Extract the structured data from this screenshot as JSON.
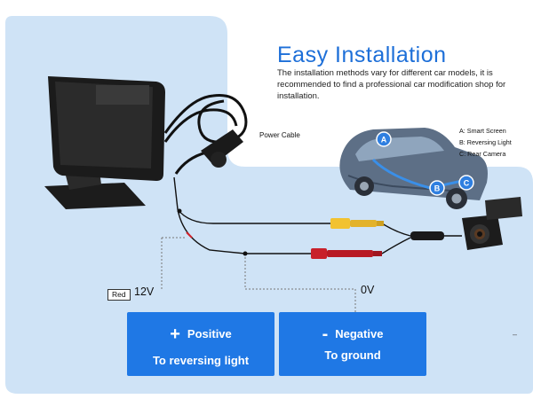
{
  "header": {
    "title": "Easy Installation",
    "description": "The installation methods vary for different car models, it is recommended  to find a professional car modification shop for installation."
  },
  "labels": {
    "power_cable": "Power  Cable",
    "legend": [
      "A: Smart Screen",
      "B: Reversing Light",
      "C: Rear Camera"
    ],
    "markers": [
      "A",
      "B",
      "C"
    ],
    "red_tag": "Red",
    "voltage_positive": "12V",
    "voltage_negative": "0V",
    "edge_mark": "–"
  },
  "boxes": {
    "positive": {
      "symbol": "+",
      "title": "Positive",
      "subtitle": "To reversing light"
    },
    "negative": {
      "symbol": "-",
      "title": "Negative",
      "subtitle": "To ground"
    }
  },
  "colors": {
    "background_panel": "#cfe3f6",
    "accent_blue": "#1f78e5",
    "title_blue": "#1d6fd8",
    "wire_black": "#111111",
    "plug_yellow": "#f2c230",
    "plug_red": "#c8202a"
  }
}
